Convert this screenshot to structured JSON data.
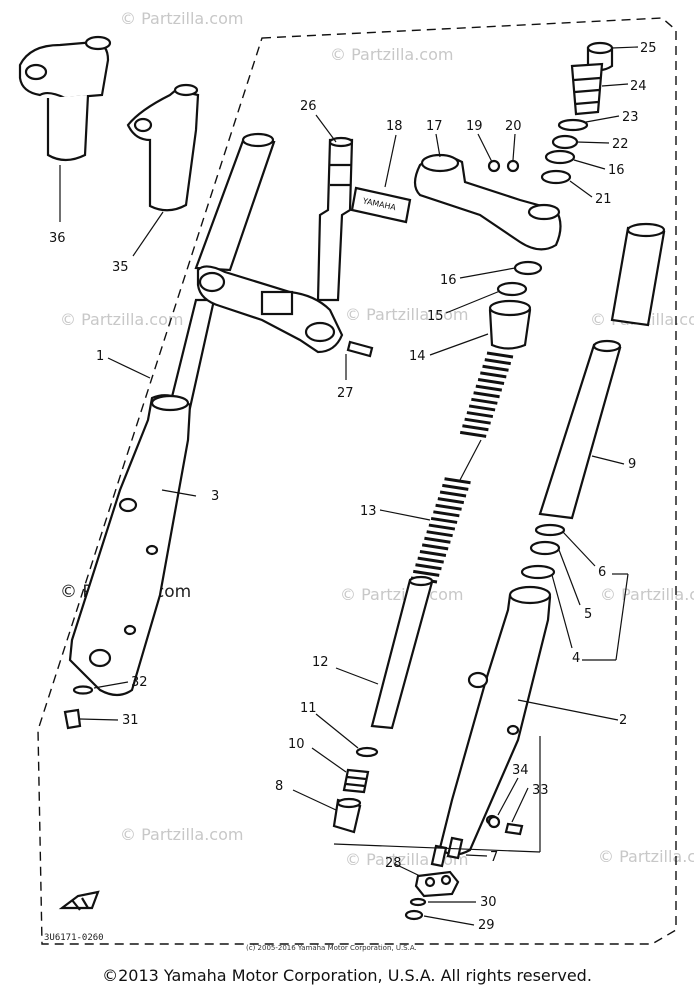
{
  "watermark": "© Partzilla.com",
  "diagram_code": "3U6171-0260",
  "small_copyright": "(c) 2005-2016 Yamaha Motor Corporation, U.S.A.",
  "copyright": "©2013 Yamaha Motor Corporation, U.S.A. All rights reserved.",
  "emblem_text": "YAMAHA",
  "part_numbers": {
    "p1": "1",
    "p2": "2",
    "p3": "3",
    "p4": "4",
    "p5": "5",
    "p6": "6",
    "p7": "7",
    "p8": "8",
    "p9": "9",
    "p10": "10",
    "p11": "11",
    "p12": "12",
    "p13": "13",
    "p14": "14",
    "p15": "15",
    "p16a": "16",
    "p16b": "16",
    "p17": "17",
    "p18": "18",
    "p19": "19",
    "p20": "20",
    "p21": "21",
    "p22": "22",
    "p23": "23",
    "p24": "24",
    "p25": "25",
    "p26": "26",
    "p27": "27",
    "p28": "28",
    "p29": "29",
    "p30": "30",
    "p31": "31",
    "p32": "32",
    "p33": "33",
    "p34": "34",
    "p35": "35",
    "p36": "36"
  }
}
